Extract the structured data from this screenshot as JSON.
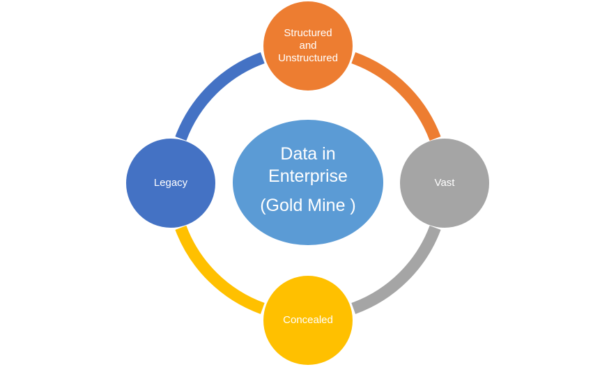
{
  "diagram": {
    "center": {
      "line1": "Data in",
      "line2": "Enterprise",
      "line3": "(Gold Mine )",
      "color": "#5B9BD5"
    },
    "nodes": [
      {
        "id": "top",
        "lines": [
          "Structured",
          "and",
          "Unstructured"
        ],
        "color": "#ED7D31"
      },
      {
        "id": "right",
        "lines": [
          "Vast"
        ],
        "color": "#A5A5A5"
      },
      {
        "id": "bottom",
        "lines": [
          "Concealed"
        ],
        "color": "#FFC000"
      },
      {
        "id": "left",
        "lines": [
          "Legacy"
        ],
        "color": "#4472C4"
      }
    ]
  }
}
